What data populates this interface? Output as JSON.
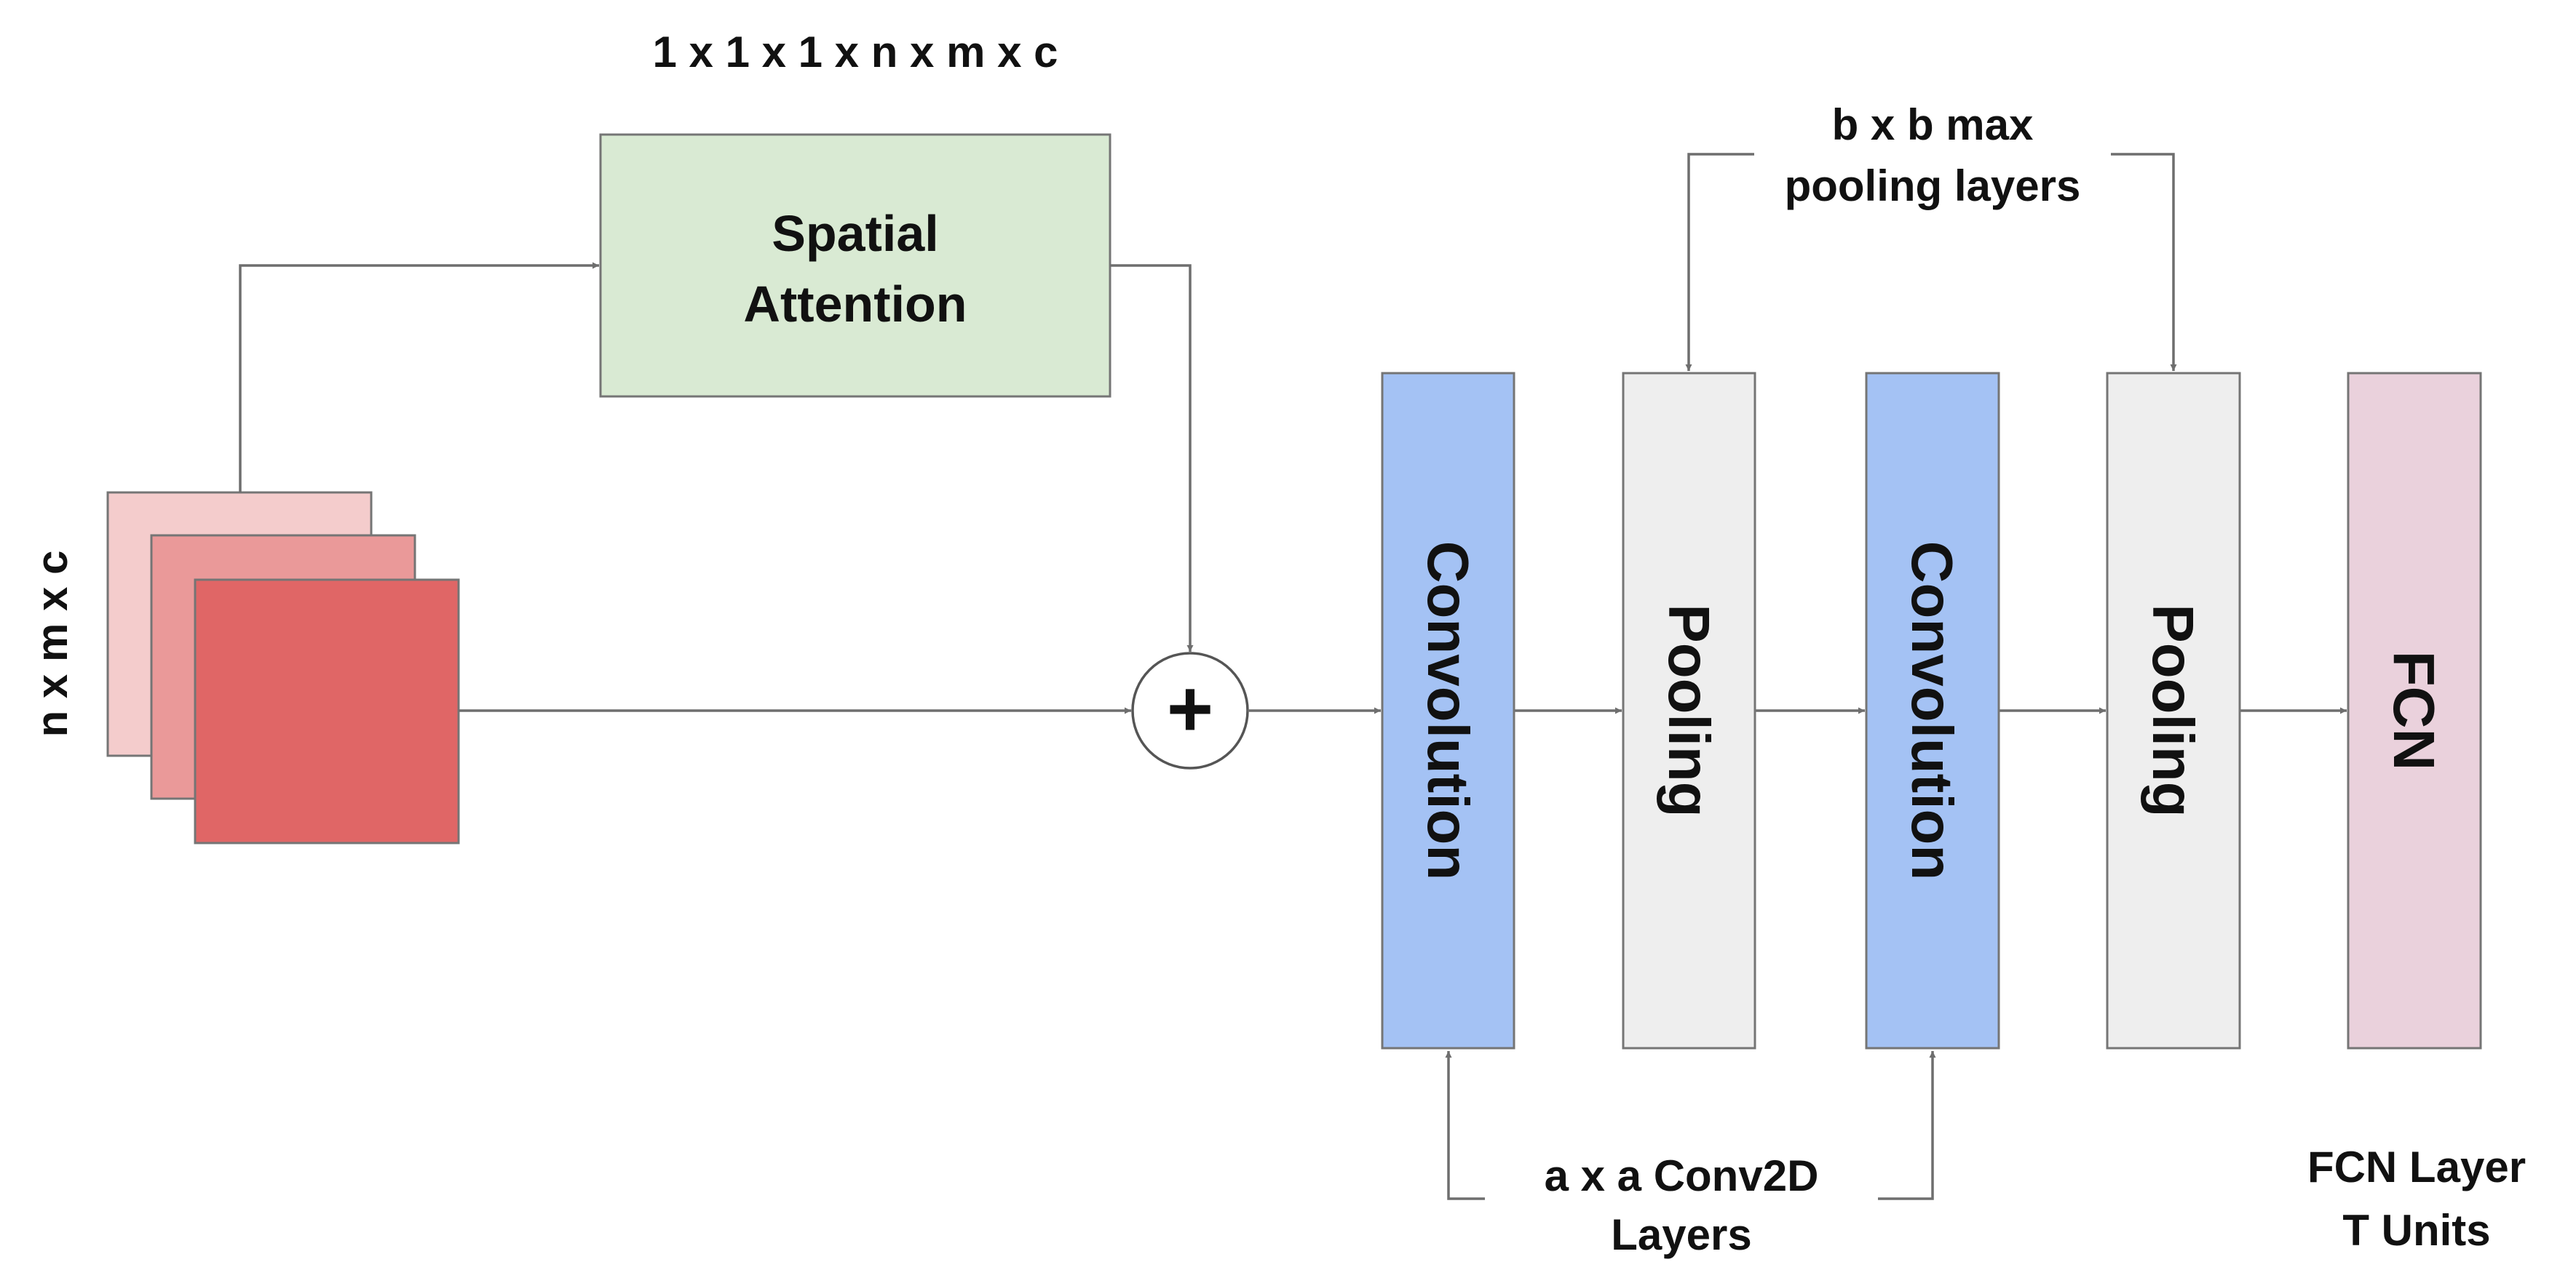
{
  "labels": {
    "attention_dims": "1 x 1 x 1 x n x m x c",
    "input_dims": "n x m x c",
    "pooling_note_line1": "b x b max",
    "pooling_note_line2": "pooling layers",
    "conv_note_line1": "a x a Conv2D",
    "conv_note_line2": "Layers",
    "fcn_note_line1": "FCN Layer",
    "fcn_note_line2": "T Units"
  },
  "blocks": {
    "spatial_attention_line1": "Spatial",
    "spatial_attention_line2": "Attention",
    "convolution_1": "Convolution",
    "pooling_1": "Pooling",
    "convolution_2": "Convolution",
    "pooling_2": "Pooling",
    "fcn": "FCN"
  },
  "operators": {
    "add_symbol": "+"
  },
  "colors": {
    "attention_fill": "#d9ead3",
    "convolution_fill": "#a4c2f4",
    "pooling_fill": "#eeeeee",
    "fcn_fill": "#ead1dc",
    "input_layer_back": "#f4cccc",
    "input_layer_mid": "#ea9999",
    "input_layer_front": "#e06666"
  }
}
